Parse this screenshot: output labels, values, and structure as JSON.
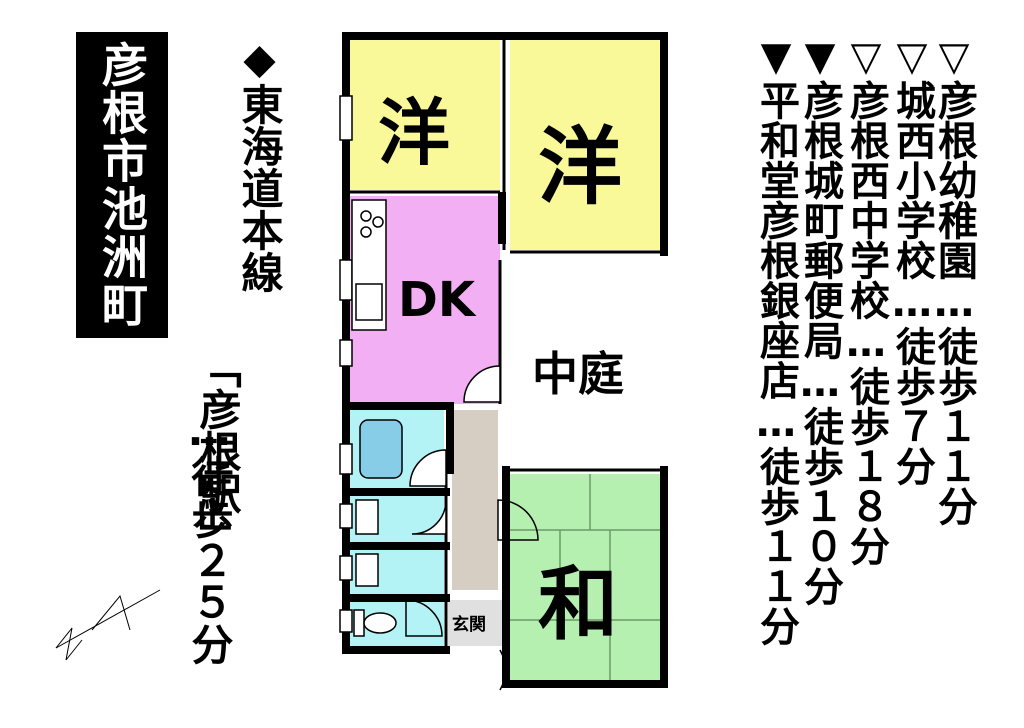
{
  "address": "彦根市池洲町",
  "station": {
    "line": "◆東海道本線",
    "station": "「彦根駅」",
    "walk": "…徒歩２５分"
  },
  "nearby": [
    "▽彦根幼稚園…徒歩１１分",
    "▽城西小学校…徒歩７分",
    "▽彦根西中学校…徒歩１８分",
    "▼彦根城町郵便局…徒歩１０分",
    "▼平和堂彦根銀座店…徒歩１１分"
  ],
  "rooms": {
    "western1": "洋",
    "western2": "洋",
    "dk": "DK",
    "courtyard": "中庭",
    "japanese": "和",
    "entrance": "玄関"
  },
  "colors": {
    "western": "#f9f99a",
    "dk": "#f3aff3",
    "japanese": "#b5f0b0",
    "wet": "#b3f3f5",
    "hall": "#d6cec3",
    "entrance": "#e0e0e0",
    "wall": "#000000"
  }
}
